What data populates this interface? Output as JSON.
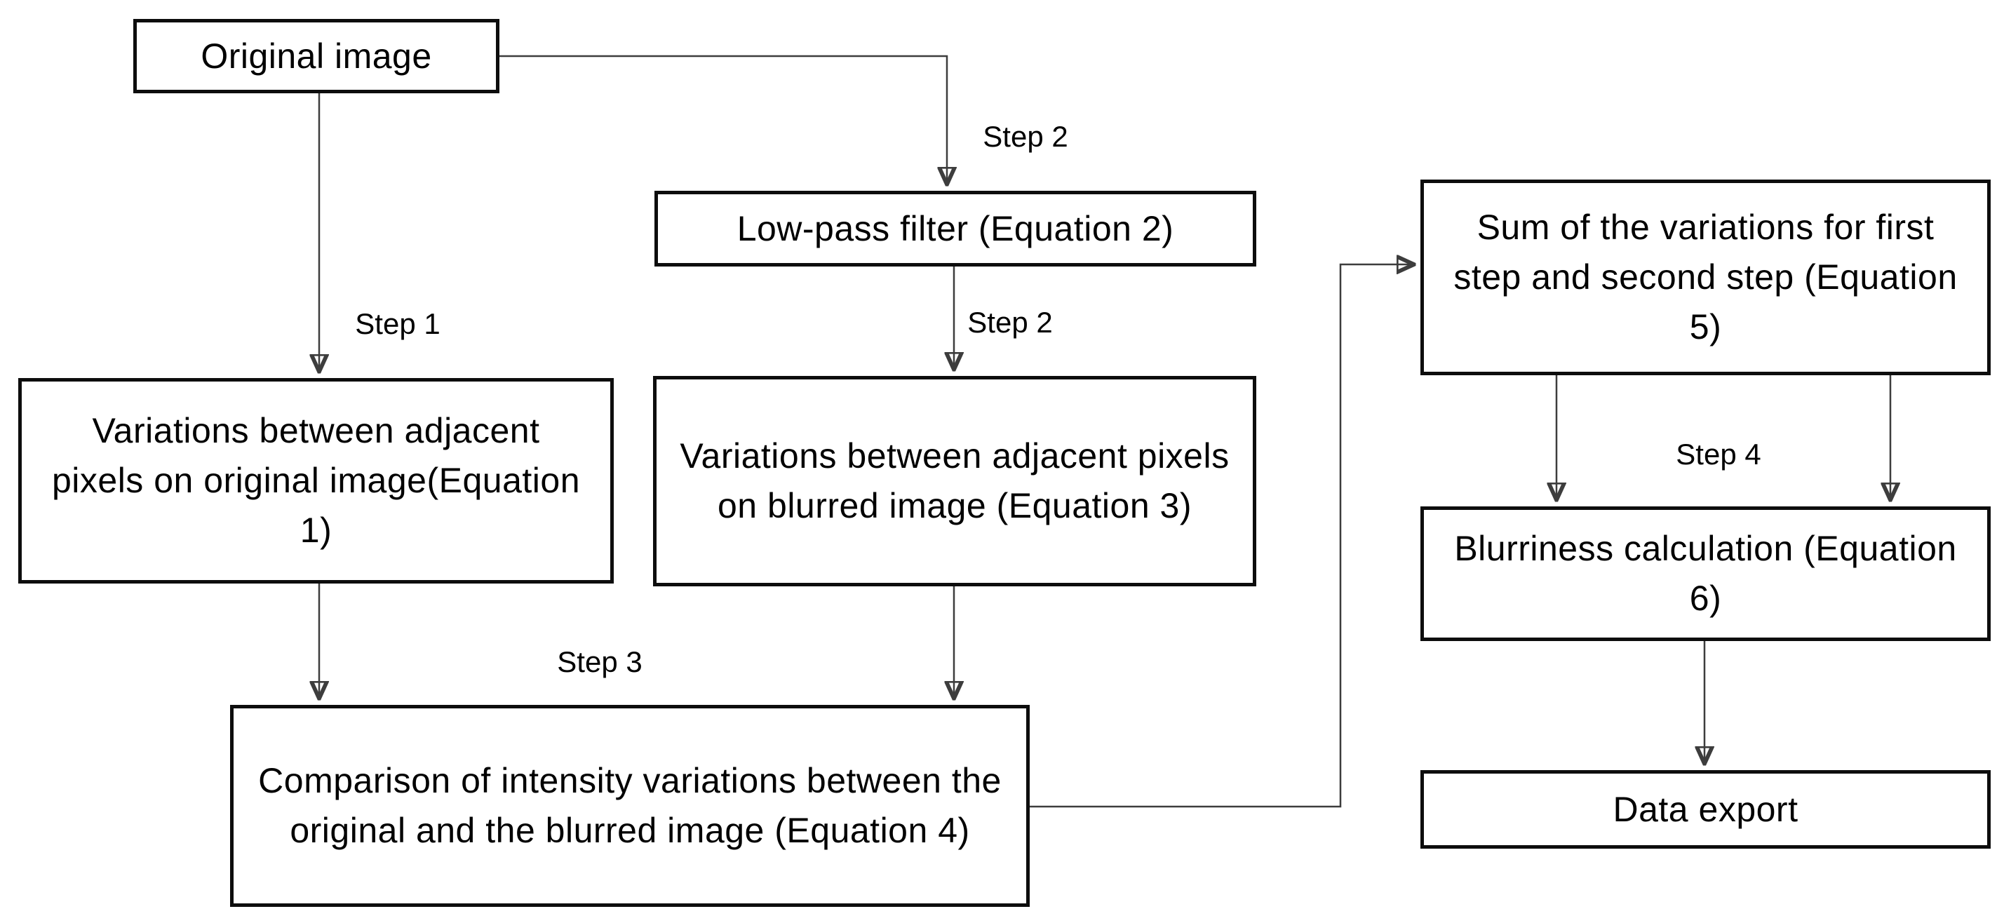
{
  "colors": {
    "background": "#ffffff",
    "box_border": "#0d0d0d",
    "connector": "#3d3d3d",
    "text": "#000000"
  },
  "nodes": [
    {
      "id": "original-image",
      "label": "Original image"
    },
    {
      "id": "low-pass-filter",
      "label": "Low-pass filter (Equation 2)"
    },
    {
      "id": "variations-original",
      "label": "Variations between adjacent pixels on original image(Equation 1)"
    },
    {
      "id": "variations-blurred",
      "label": "Variations between adjacent pixels on blurred image (Equation 3)"
    },
    {
      "id": "comparison",
      "label": "Comparison of intensity variations between the original and the blurred image (Equation 4)"
    },
    {
      "id": "sum-variations",
      "label": "Sum of the variations for first step and second step (Equation 5)"
    },
    {
      "id": "blurriness",
      "label": "Blurriness calculation (Equation 6)"
    },
    {
      "id": "data-export",
      "label": "Data export"
    }
  ],
  "step_labels": [
    {
      "id": "step-1",
      "label": "Step 1"
    },
    {
      "id": "step-2a",
      "label": "Step 2"
    },
    {
      "id": "step-2b",
      "label": "Step 2"
    },
    {
      "id": "step-3",
      "label": "Step 3"
    },
    {
      "id": "step-4",
      "label": "Step 4"
    }
  ]
}
